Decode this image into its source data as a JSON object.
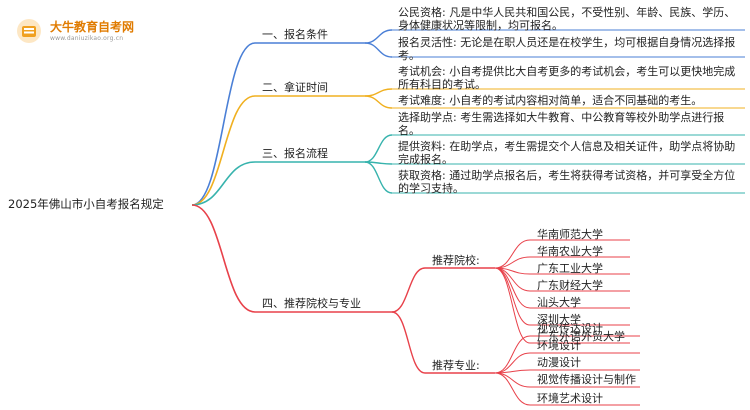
{
  "logo": {
    "title": "大牛教育自考网",
    "url": "www.daniuzikao.org.cn",
    "icon": "book-icon",
    "color": "#f0a020"
  },
  "root": "2025年佛山市小自考报名规定",
  "branches": [
    {
      "label": "一、报名条件",
      "color": "#4a7fd6",
      "items": [
        "公民资格: 凡是中华人民共和国公民，不受性别、年龄、民族、学历、身体健康状况等限制，均可报名。",
        "报名灵活性: 无论是在职人员还是在校学生，均可根据自身情况选择报考。"
      ]
    },
    {
      "label": "二、拿证时间",
      "color": "#f0b020",
      "items": [
        "考试机会: 小自考提供比大自考更多的考试机会，考生可以更快地完成所有科目的考试。",
        "考试难度: 小自考的考试内容相对简单，适合不同基础的考生。"
      ]
    },
    {
      "label": "三、报名流程",
      "color": "#37b3ad",
      "items": [
        "选择助学点: 考生需选择如大牛教育、中公教育等校外助学点进行报名。",
        "提供资料: 在助学点，考生需提交个人信息及相关证件，助学点将协助完成报名。",
        "获取资格: 通过助学点报名后，考生将获得考试资格，并可享受全方位的学习支持。"
      ]
    },
    {
      "label": "四、推荐院校与专业",
      "color": "#e8414a",
      "groups": [
        {
          "label": "推荐院校:",
          "items": [
            "华南师范大学",
            "华南农业大学",
            "广东工业大学",
            "广东财经大学",
            "汕头大学",
            "深圳大学",
            "广东外语外贸大学"
          ]
        },
        {
          "label": "推荐专业:",
          "items": [
            "视觉传达设计",
            "环境设计",
            "动漫设计",
            "视觉传播设计与制作",
            "环境艺术设计"
          ]
        }
      ]
    }
  ]
}
